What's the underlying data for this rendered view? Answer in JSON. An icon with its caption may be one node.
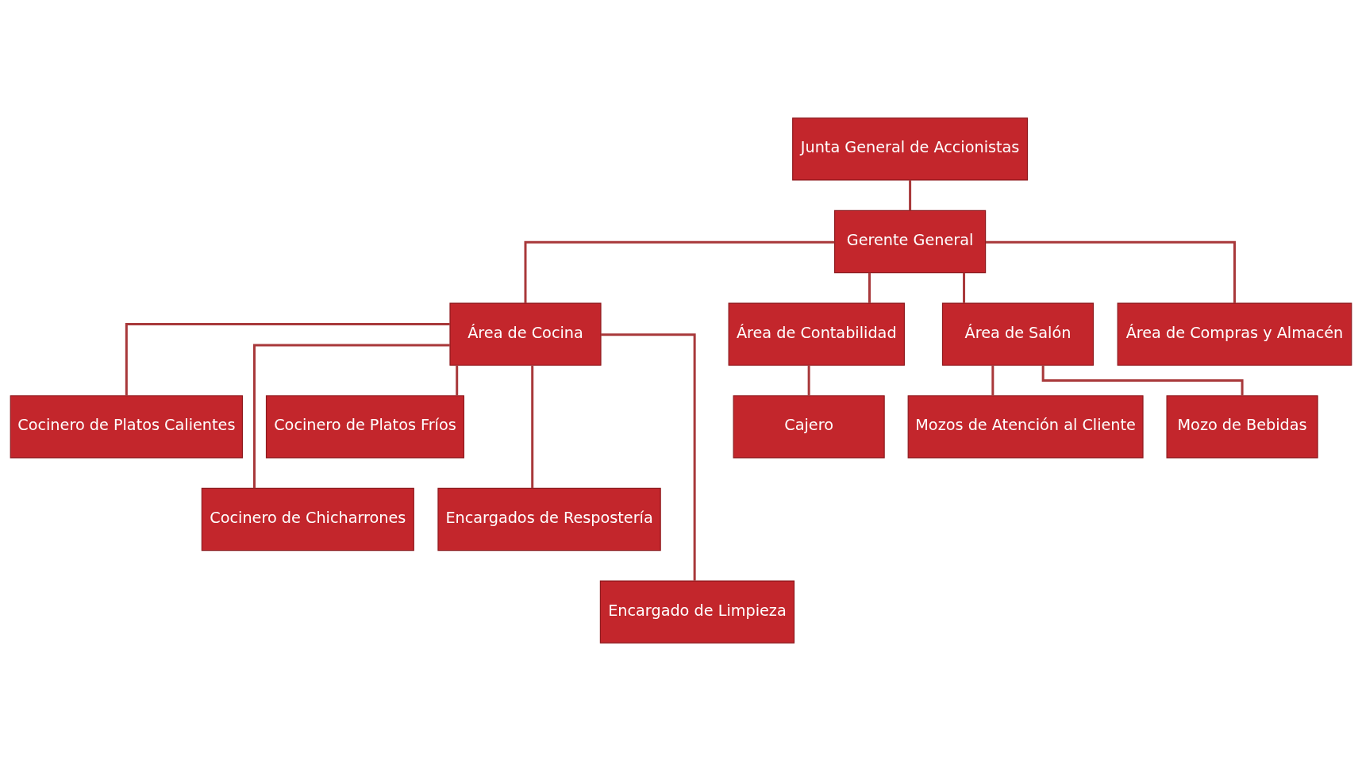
{
  "diagram": {
    "nodes": [
      {
        "text": [
          "Junta General de Accionistas"
        ]
      },
      {
        "text": [
          "Gerente General"
        ]
      },
      {
        "text": [
          "Área de Cocina"
        ]
      },
      {
        "text": [
          "Área de Contabilidad"
        ]
      },
      {
        "text": [
          "Área de Salón"
        ]
      },
      {
        "text": [
          "Área de Compras y Almacén"
        ]
      },
      {
        "text": [
          "Cocinero de Platos Calientes"
        ]
      },
      {
        "text": [
          "Cocinero de Platos Fríos"
        ]
      },
      {
        "text": [
          "Cajero"
        ]
      },
      {
        "text": [
          "Mozos de Atención al Cliente"
        ]
      },
      {
        "text": [
          "Mozo de Bebidas"
        ]
      },
      {
        "text": [
          "Cocinero de Chicharrones"
        ]
      },
      {
        "text": [
          "Encargados de Respostería"
        ]
      },
      {
        "text": [
          "Encargado de Limpieza"
        ]
      }
    ],
    "edges": [
      {
        "from": 0,
        "to": 1,
        "arrow": "none"
      },
      {
        "from": 1,
        "to": 2,
        "arrow": "none"
      },
      {
        "from": 1,
        "to": 3,
        "arrow": "none"
      },
      {
        "from": 1,
        "to": 4,
        "arrow": "none"
      },
      {
        "from": 1,
        "to": 5,
        "arrow": "none"
      },
      {
        "from": 2,
        "to": 6,
        "arrow": "none"
      },
      {
        "from": 2,
        "to": 7,
        "arrow": "none"
      },
      {
        "from": 2,
        "to": 11,
        "arrow": "none"
      },
      {
        "from": 2,
        "to": 12,
        "arrow": "none"
      },
      {
        "from": 2,
        "to": 13,
        "arrow": "none"
      },
      {
        "from": 3,
        "to": 8,
        "arrow": "none"
      },
      {
        "from": 4,
        "to": 9,
        "arrow": "none"
      },
      {
        "from": 4,
        "to": 10,
        "arrow": "none"
      }
    ]
  }
}
